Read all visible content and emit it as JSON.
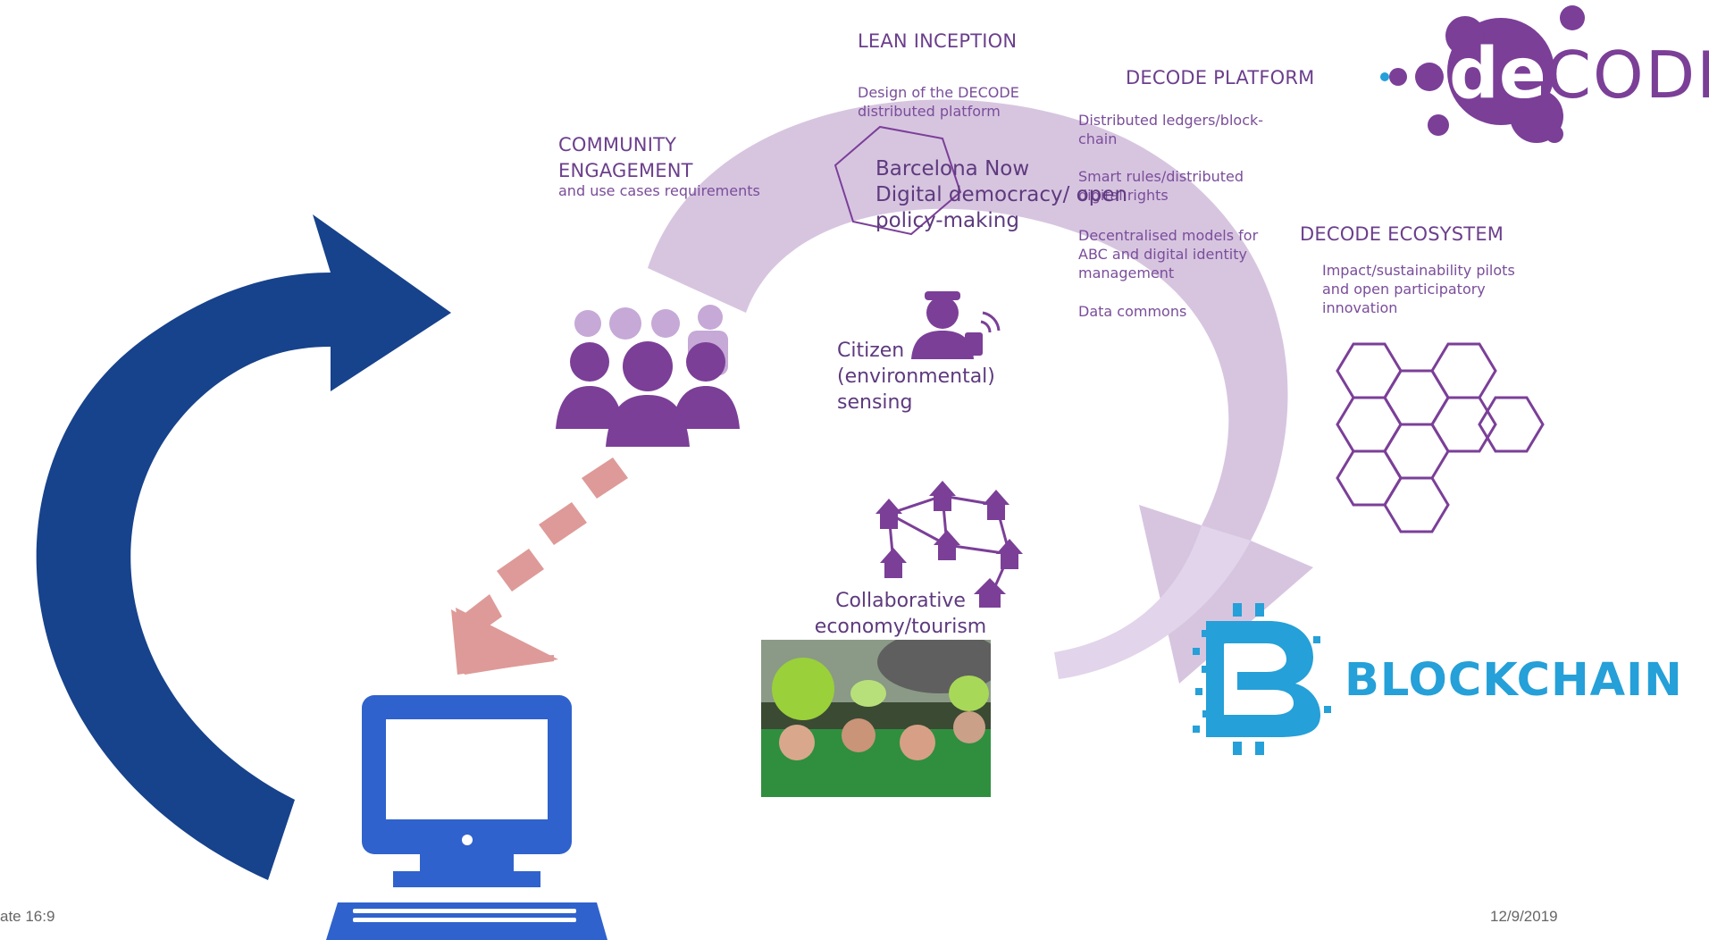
{
  "slide": {
    "footer_left": "ate 16:9",
    "footer_date": "12/9/2019"
  },
  "diagram": {
    "lean_inception": {
      "title": "LEAN INCEPTION",
      "text": "Design of the DECODE\ndistributed platform"
    },
    "community": {
      "title": "COMMUNITY\nENGAGEMENT",
      "text": "and use cases requirements"
    },
    "platform": {
      "title": "DECODE PLATFORM",
      "items": [
        "Distributed ledgers/block-\nchain",
        "Smart rules/distributed\ndigital rights",
        "Decentralised models for\nABC and digital identity\nmanagement",
        "Data commons"
      ]
    },
    "ecosystem": {
      "title": "DECODE ECOSYSTEM",
      "text": "Impact/sustainability pilots\nand open participatory\ninnovation"
    },
    "barcelona": {
      "text": "Barcelona Now\nDigital democracy/ open\npolicy-making"
    },
    "citizen": {
      "text": "Citizen\n(environmental)\nsensing"
    },
    "collab": {
      "text": "Collaborative\neconomy/tourism"
    },
    "decode_logo": {
      "prefix": "de",
      "suffix": "CODE"
    },
    "blockchain": {
      "label": "BLOCKCHAIN"
    },
    "colors": {
      "arc": "#d7c5e0",
      "purple": "#7b3f98",
      "blue_arrow": "#17428c",
      "computer": "#2f62cc",
      "dashed_arrow": "#de9a98",
      "blockchain": "#25a0d8"
    }
  }
}
